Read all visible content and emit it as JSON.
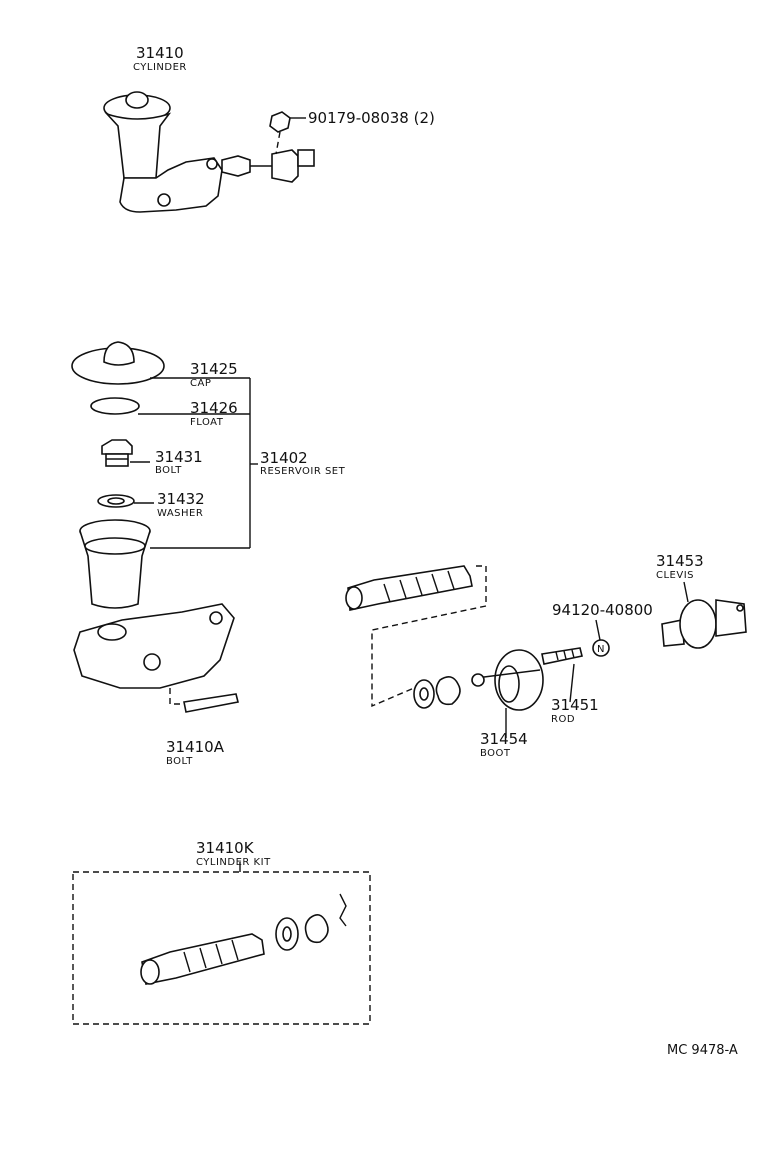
{
  "parts": [
    {
      "id": "p31410",
      "number": "31410",
      "name": "CYLINDER"
    },
    {
      "id": "p90179",
      "number": "90179-08038 (2)",
      "name": ""
    },
    {
      "id": "p31425",
      "number": "31425",
      "name": "CAP"
    },
    {
      "id": "p31426",
      "number": "31426",
      "name": "FLOAT"
    },
    {
      "id": "p31431",
      "number": "31431",
      "name": "BOLT"
    },
    {
      "id": "p31432",
      "number": "31432",
      "name": "WASHER"
    },
    {
      "id": "p31402",
      "number": "31402",
      "name": "RESERVOIR SET"
    },
    {
      "id": "p31410A",
      "number": "31410A",
      "name": "BOLT"
    },
    {
      "id": "p31454",
      "number": "31454",
      "name": "BOOT"
    },
    {
      "id": "p31451",
      "number": "31451",
      "name": "ROD"
    },
    {
      "id": "p94120",
      "number": "94120-40800",
      "name": ""
    },
    {
      "id": "p31453",
      "number": "31453",
      "name": "CLEVIS"
    },
    {
      "id": "p31410K",
      "number": "31410K",
      "name": "CYLINDER KIT"
    }
  ],
  "markers": {
    "n_symbol": "N"
  },
  "footer": {
    "code": "MC  9478-A"
  }
}
